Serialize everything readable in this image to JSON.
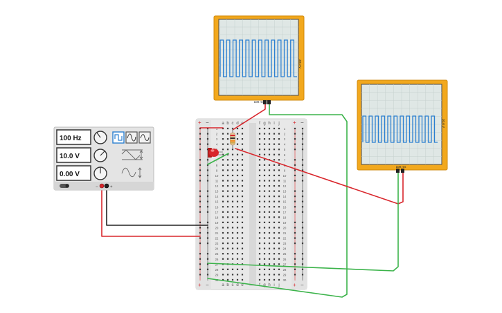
{
  "function_generator": {
    "frequency": "100 Hz",
    "amplitude": "10.0 V",
    "dc_offset": "0.00 V",
    "waveforms": [
      "square-wave-icon",
      "triangle-wave-icon",
      "sine-wave-icon"
    ],
    "selected_waveform": "square-wave-icon",
    "minus_terminal": "−",
    "plus_terminal": "+"
  },
  "oscilloscope_1": {
    "time_per_div": "100 ms",
    "volts_per_div": "30.0 V"
  },
  "oscilloscope_2": {
    "time_per_div": "100 ms",
    "volts_per_div": "30.0 V"
  },
  "breadboard": {
    "columns_left": [
      "a",
      "b",
      "c",
      "d",
      "e"
    ],
    "columns_right": [
      "f",
      "g",
      "h",
      "i",
      "j"
    ],
    "row_count": 30,
    "rail_plus": "+",
    "rail_minus": "−"
  },
  "colors": {
    "scope_frame": "#f2a81d",
    "scope_screen": "#dfe7e5",
    "trace": "#2b7fd1",
    "wire_red": "#d9262c",
    "wire_black": "#222222",
    "wire_green": "#3bb34a",
    "breadboard": "#e6e6e6",
    "instrument": "#e4e4e4"
  }
}
